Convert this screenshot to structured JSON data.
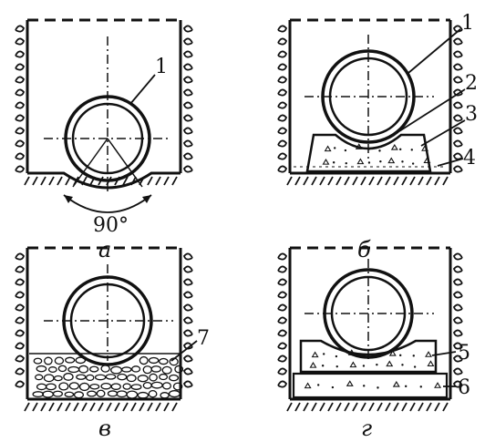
{
  "panels": [
    {
      "id": "a",
      "caption": "а",
      "callouts": [
        "1"
      ],
      "angle_label": "90°"
    },
    {
      "id": "b",
      "caption": "б",
      "callouts": [
        "1",
        "2",
        "3",
        "4"
      ]
    },
    {
      "id": "v",
      "caption": "в",
      "callouts": [
        "7"
      ]
    },
    {
      "id": "g",
      "caption": "г",
      "callouts": [
        "5",
        "6"
      ]
    }
  ]
}
